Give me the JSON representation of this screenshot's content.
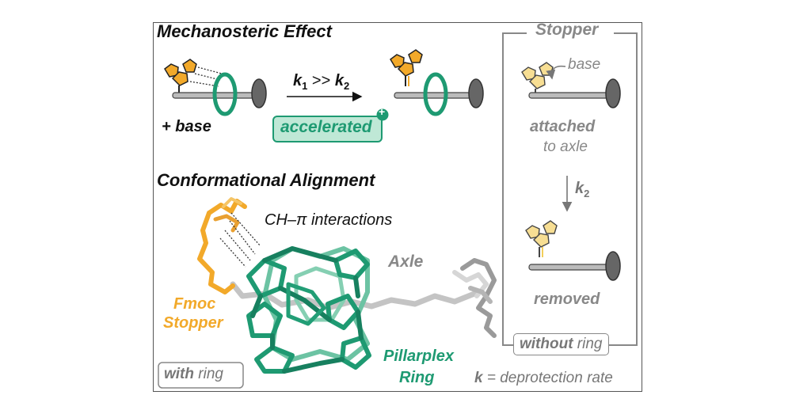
{
  "titles": {
    "mechanosteric": "Mechanosteric Effect",
    "conformational": "Conformational Alignment"
  },
  "reaction": {
    "k1": "k",
    "k1_sub": "1",
    "compare": ">>",
    "k2": "k",
    "k2_sub": "2",
    "reagent": "+ base",
    "accelerated": "accelerated",
    "plus": "+"
  },
  "stopper_panel": {
    "title": "Stopper",
    "base": "base",
    "attached": "attached",
    "to_axle": "to axle",
    "k": "k",
    "k_sub": "2",
    "removed": "removed",
    "without_bold": "without",
    "without_rest": " ring"
  },
  "structure_labels": {
    "ch_pi": "CH–π interactions",
    "axle": "Axle",
    "fmoc_1": "Fmoc",
    "fmoc_2": "Stopper",
    "pillarplex_1": "Pillarplex",
    "pillarplex_2": "Ring"
  },
  "footer": {
    "with_bold": "with",
    "with_rest": " ring",
    "k_symbol": "k",
    "k_def": " = deprotection rate"
  },
  "colors": {
    "orange": "#F2A92A",
    "green": "#1E9A72",
    "green_light": "#BFE8D6",
    "gray": "#888888",
    "dark_gray": "#555555",
    "pale_yellow": "#F7DE93"
  }
}
